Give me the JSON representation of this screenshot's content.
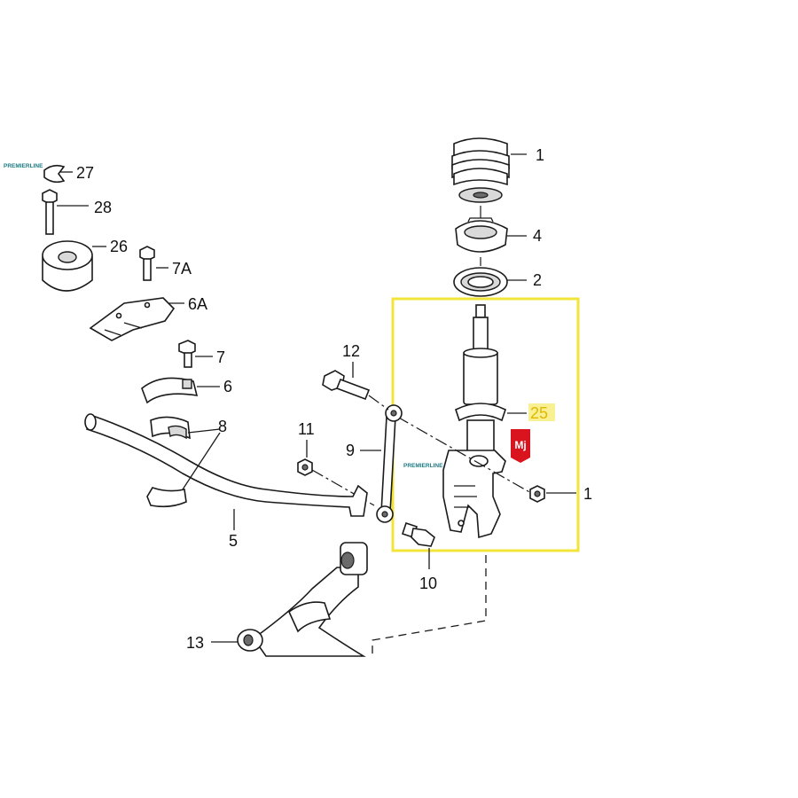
{
  "watermark": {
    "text": "PREMIERLINE",
    "color": "#1d7a83"
  },
  "highlight": {
    "color": "#f3e43a",
    "label_color": "#e8c800"
  },
  "brand_badge": {
    "text": "Mj",
    "color": "#d9141e"
  },
  "callouts": {
    "c1_spring": "1",
    "c4": "4",
    "c2": "2",
    "c25": "25",
    "c1_nut": "1",
    "c27": "27",
    "c28": "28",
    "c26": "26",
    "c7a": "7A",
    "c6a": "6A",
    "c7": "7",
    "c6": "6",
    "c8": "8",
    "c5": "5",
    "c12": "12",
    "c9": "9",
    "c11": "11",
    "c10": "10",
    "c13": "13"
  }
}
